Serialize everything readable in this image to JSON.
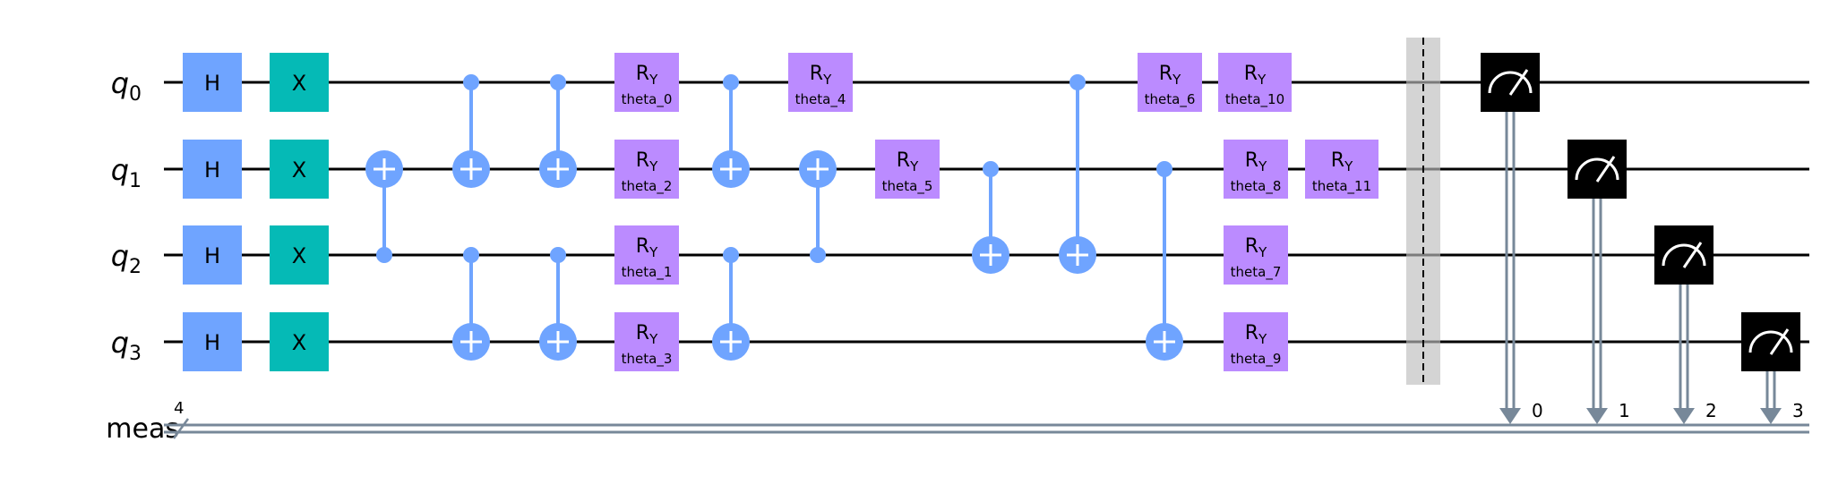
{
  "circuit": {
    "qubits": [
      {
        "letter": "q",
        "index": "0"
      },
      {
        "letter": "q",
        "index": "1"
      },
      {
        "letter": "q",
        "index": "2"
      },
      {
        "letter": "q",
        "index": "3"
      }
    ],
    "classical_register": {
      "name": "meas",
      "size": "4",
      "bits": [
        "0",
        "1",
        "2",
        "3"
      ]
    },
    "colors": {
      "hadamard": "#6fa4ff",
      "pauli_x": "#05bab6",
      "ry": "#bb8bff",
      "cnot": "#6fa4ff",
      "barrier": "#bdbdbd",
      "measure": "#000000",
      "classical_wire": "#778899",
      "wire": "#000000"
    },
    "gates": {
      "h_label": "H",
      "x_label": "X",
      "ry_label": "R",
      "ry_subscript": "Y",
      "ry_params": {
        "theta0": "theta_0",
        "theta1": "theta_1",
        "theta2": "theta_2",
        "theta3": "theta_3",
        "theta4": "theta_4",
        "theta5": "theta_5",
        "theta6": "theta_6",
        "theta7": "theta_7",
        "theta8": "theta_8",
        "theta9": "theta_9",
        "theta10": "theta_10",
        "theta11": "theta_11"
      }
    }
  }
}
